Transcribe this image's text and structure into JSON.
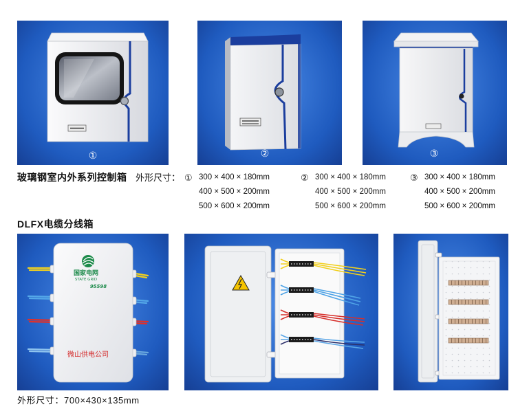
{
  "series1": {
    "title": "玻璃钢室内外系列控制箱",
    "dim_label": "外形尺寸：",
    "items": [
      {
        "marker": "①",
        "sizes": [
          "300 × 400 × 180mm",
          "400 × 500 × 200mm",
          "500 × 600 × 200mm"
        ]
      },
      {
        "marker": "②",
        "sizes": [
          "300 × 400 × 180mm",
          "400 × 500 × 200mm",
          "500 × 600 × 200mm"
        ]
      },
      {
        "marker": "③",
        "sizes": [
          "300 × 400 × 180mm",
          "400 × 500 × 200mm",
          "500 × 600 × 200mm"
        ]
      }
    ]
  },
  "series2": {
    "title": "DLFX电缆分线箱",
    "dim_label": "外形尺寸：",
    "dimensions": "700×430×135mm",
    "box_face": {
      "logo_cn": "国家电网",
      "logo_en": "STATE GRID",
      "hotline": "95598",
      "company": "微山供电公司"
    }
  },
  "colors": {
    "panel_blue": "#1f5bbf",
    "panel_blue_light": "#4a8ae6",
    "panel_blue_dark": "#163f94",
    "box_stripe": "#1b3e9e",
    "logo_green": "#1c8a4a",
    "company_red": "#d42a2a"
  }
}
